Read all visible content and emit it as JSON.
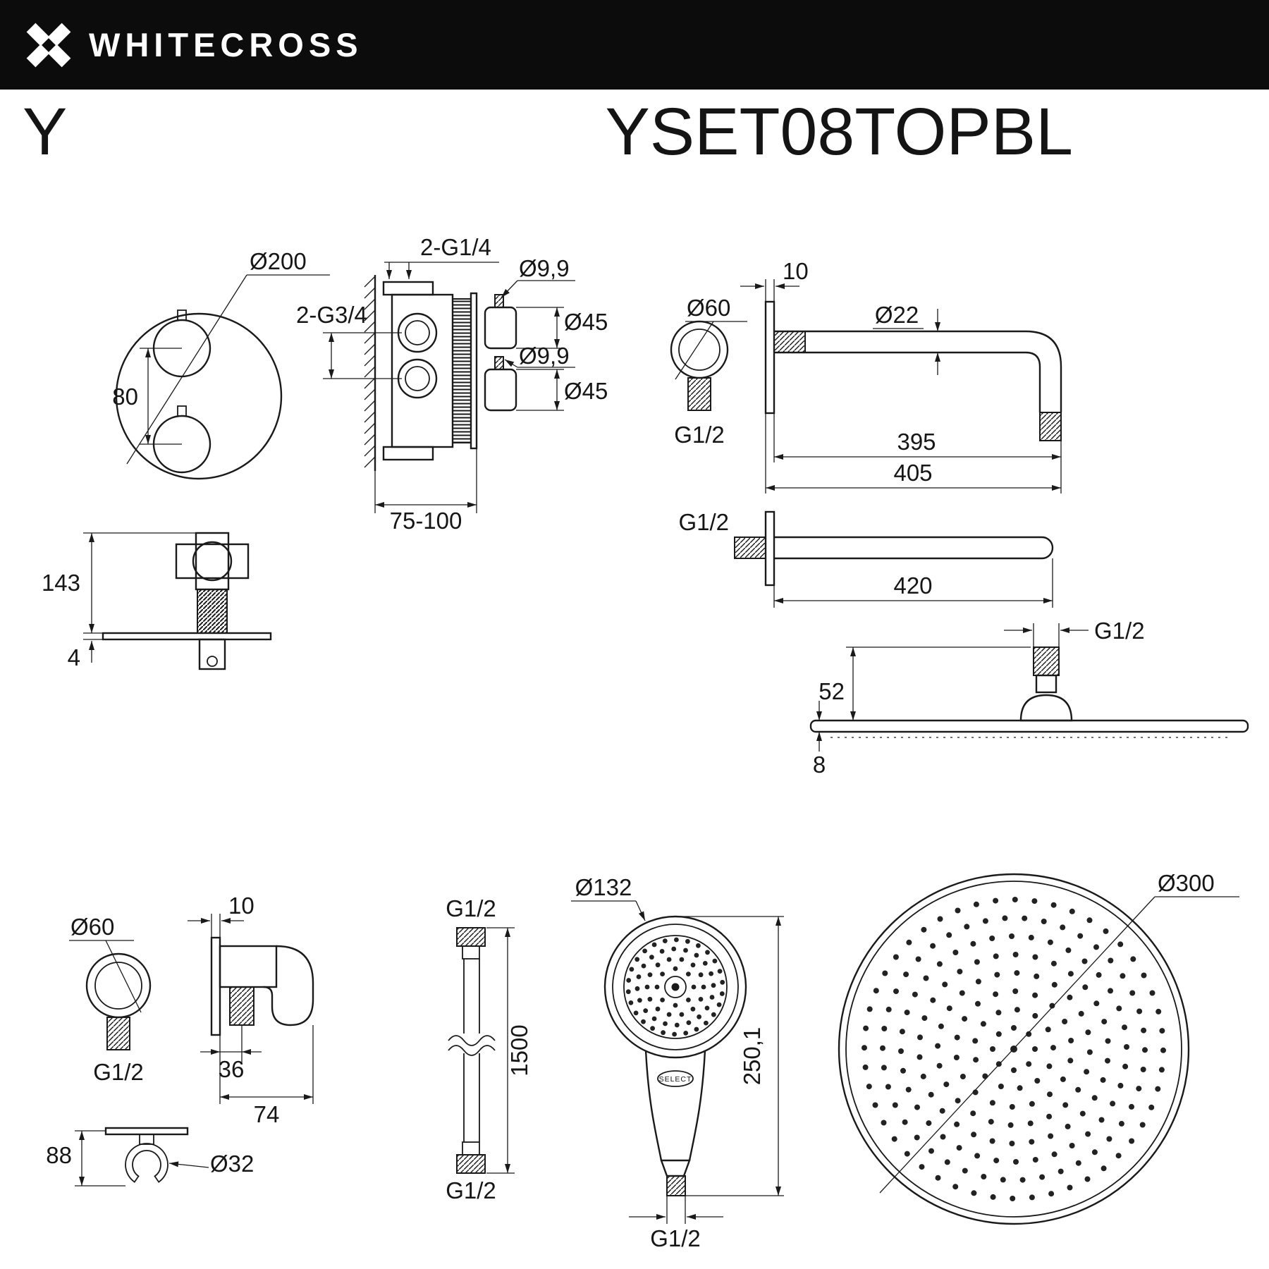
{
  "header": {
    "brand": "WHITECROSS"
  },
  "titles": {
    "series": "Y",
    "model": "YSET08TOPBL"
  },
  "mixer_front": {
    "diameter": "Ø200",
    "handle_spacing": "80"
  },
  "mixer_section": {
    "top_ports": "2-G1/4",
    "side_ports": "2-G3/4",
    "pin_top": "Ø9,9",
    "handle_top": "Ø45",
    "pin_bottom": "Ø9,9",
    "handle_bottom": "Ø45",
    "depth_range": "75-100"
  },
  "mixer_profile": {
    "height": "143",
    "plate_thickness": "4"
  },
  "arm": {
    "escutcheon": "Ø60",
    "thread": "G1/2",
    "flange_thickness": "10",
    "tube_diameter": "Ø22",
    "length_inner": "395",
    "length_outer": "405"
  },
  "arm_straight": {
    "thread": "G1/2",
    "length": "420"
  },
  "head_side": {
    "thread": "G1/2",
    "connector_height": "52",
    "plate_thickness": "8"
  },
  "outlet_elbow": {
    "escutcheon": "Ø60",
    "flange_thickness": "10",
    "thread": "G1/2",
    "outlet_offset": "36",
    "depth": "74",
    "height": "88",
    "holder_ring": "Ø32"
  },
  "hose": {
    "thread_top": "G1/2",
    "length": "1500",
    "thread_bottom": "G1/2"
  },
  "hand_shower": {
    "diameter": "Ø132",
    "length": "250,1",
    "thread": "G1/2",
    "button": "SELECT"
  },
  "head_top": {
    "diameter": "Ø300"
  }
}
